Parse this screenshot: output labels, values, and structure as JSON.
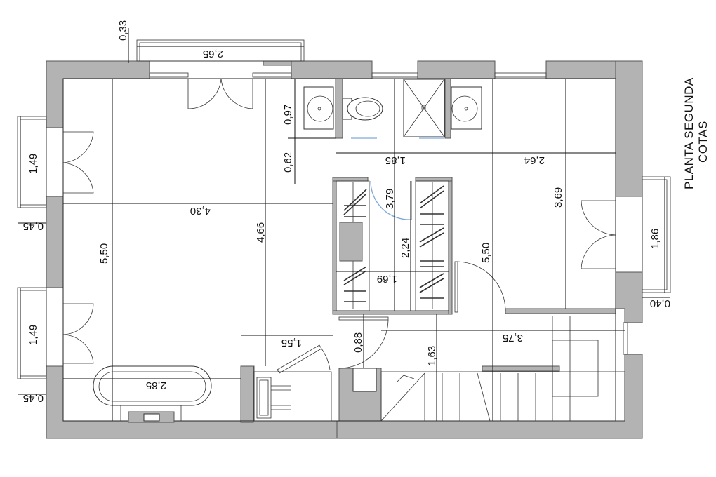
{
  "title": {
    "line1": "PLANTA SEGUNDA",
    "line2": "COTAS"
  },
  "colors": {
    "wall": "#b3b3b3",
    "line": "#222222",
    "background": "#ffffff",
    "glass_accent": "#7fa9d6"
  },
  "dimensions": {
    "top_balcony_depth": "0,33",
    "top_balcony_width": "2,65",
    "left_balcony_top_width": "1,49",
    "left_balcony_top_depth": "0,45",
    "left_balcony_bottom_width": "1,49",
    "left_balcony_bottom_depth": "0,45",
    "main_room_height_left": "5,50",
    "main_room_width": "4,30",
    "main_room_height_inner": "4,66",
    "bath_vanity_depth": "0,97",
    "bath_passage_depth": "0,62",
    "bath_width": "1,85",
    "bedroom_width": "2,64",
    "closet_height": "3,79",
    "closet_inner_height": "2,24",
    "closet_width": "1,69",
    "bedroom_height_right": "3,69",
    "bedroom_height_full": "5,50",
    "right_balcony_width": "1,86",
    "right_balcony_depth": "0,40",
    "stair_landing_width": "3,75",
    "stair_depth": "1,63",
    "hall_door_depth": "0,88",
    "utility_width": "1,55",
    "bathtub_width": "2,85"
  }
}
